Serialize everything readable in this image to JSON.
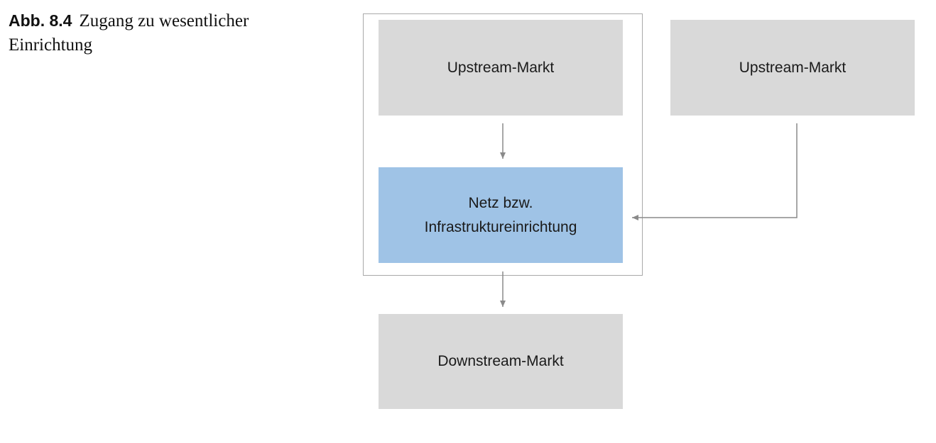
{
  "caption": {
    "label": "Abb. 8.4",
    "text": "Zugang zu wesentlicher Einrichtung"
  },
  "nodes": {
    "upstream_left": "Upstream-Markt",
    "upstream_right": "Upstream-Markt",
    "netz": "Netz bzw. Infrastruktureinrichtung",
    "downstream": "Downstream-Markt"
  },
  "edges": [
    {
      "from": "upstream_left",
      "to": "netz"
    },
    {
      "from": "upstream_right",
      "to": "netz"
    },
    {
      "from": "netz",
      "to": "downstream"
    }
  ],
  "colors": {
    "box_grey": "#d9d9d9",
    "box_blue": "#9fc3e6",
    "arrow": "#8a8a8a",
    "frame": "#a9a9a9"
  }
}
